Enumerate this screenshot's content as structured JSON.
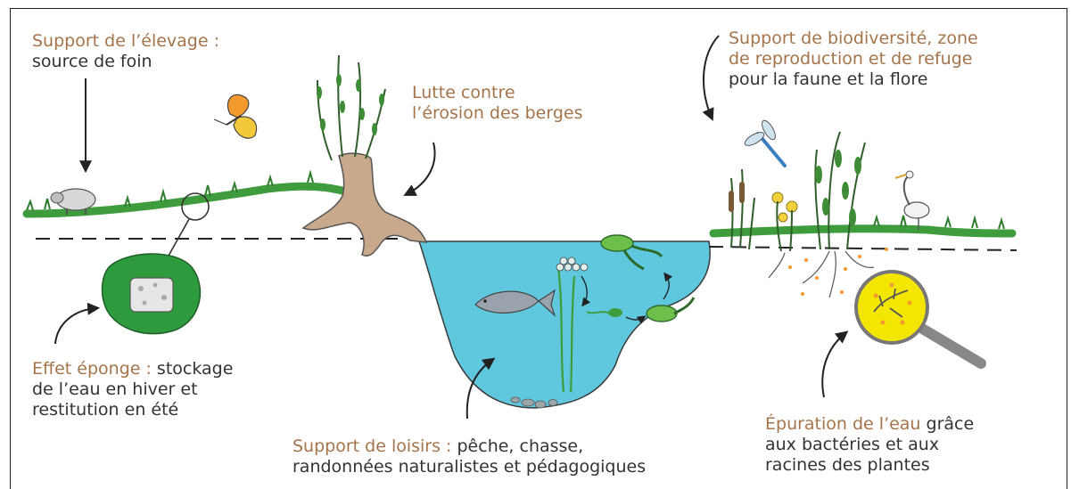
{
  "labels": {
    "elevage": {
      "title": "Support de l’élevage :",
      "desc": "source de foin"
    },
    "erosion": {
      "line1": "Lutte contre",
      "line2": "l’érosion des berges"
    },
    "biodiversite": {
      "line1": "Support de biodiversité, zone",
      "line2": "de reproduction et de refuge",
      "line3": "pour la faune et la flore"
    },
    "eponge": {
      "title": "Effet éponge :",
      "desc1": " stockage",
      "line2": "de l’eau en hiver et",
      "line3": "restitution en été"
    },
    "loisirs": {
      "title": "Support de loisirs :",
      "desc1": " pêche, chasse,",
      "line2": "randonnées naturalistes et pédagogiques"
    },
    "epuration": {
      "title": "Épuration de l’eau",
      "desc1": " grâce",
      "line2": "aux bactéries et aux",
      "line3": "racines des plantes"
    }
  },
  "colors": {
    "highlight": "#a5744a",
    "text": "#333333",
    "water": "#5fc8df",
    "grass": "#3f9c3d",
    "sponge": "#2d9b3d",
    "magnifier": "#f3e600",
    "tree": "#c9a98c"
  },
  "icons": [
    "butterfly-icon",
    "sheep-icon",
    "tree-stump-icon",
    "fish-icon",
    "frog-icon",
    "tadpole-icon",
    "frog-eggs-icon",
    "dragonfly-icon",
    "heron-icon",
    "reed-plants-icon",
    "sponge-icon",
    "magnifier-icon",
    "arrow-icon"
  ]
}
